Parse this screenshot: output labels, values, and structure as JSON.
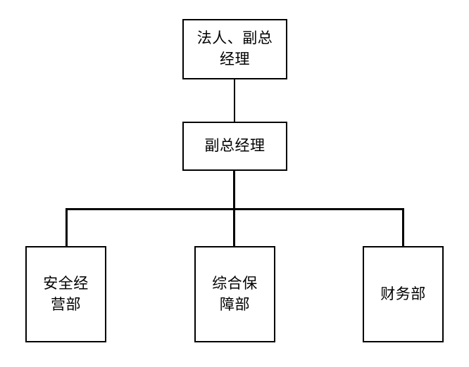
{
  "chart_data": {
    "type": "diagram",
    "diagram_type": "organizational-chart",
    "title": "",
    "orientation": "top-down",
    "nodes": [
      {
        "id": "ceo",
        "label": "法人、副总\n经理",
        "level": 0
      },
      {
        "id": "deputy",
        "label": "副总经理",
        "level": 1
      },
      {
        "id": "safety",
        "label": "安全经\n营部",
        "level": 2
      },
      {
        "id": "support",
        "label": "综合保\n障部",
        "level": 2
      },
      {
        "id": "finance",
        "label": "财务部",
        "level": 2
      }
    ],
    "edges": [
      {
        "from": "ceo",
        "to": "deputy"
      },
      {
        "from": "deputy",
        "to": "safety"
      },
      {
        "from": "deputy",
        "to": "support"
      },
      {
        "from": "deputy",
        "to": "finance"
      }
    ],
    "colors": {
      "background": "#ffffff",
      "box_fill": "#ffffff",
      "box_border": "#000000",
      "connector": "#000000",
      "text": "#000000"
    }
  },
  "chart": {
    "nodes": {
      "ceo": {
        "label": "法人、副总\n经理"
      },
      "deputy": {
        "label": "副总经理"
      },
      "safety": {
        "label": "安全经\n营部"
      },
      "support": {
        "label": "综合保\n障部"
      },
      "finance": {
        "label": "财务部"
      }
    }
  }
}
